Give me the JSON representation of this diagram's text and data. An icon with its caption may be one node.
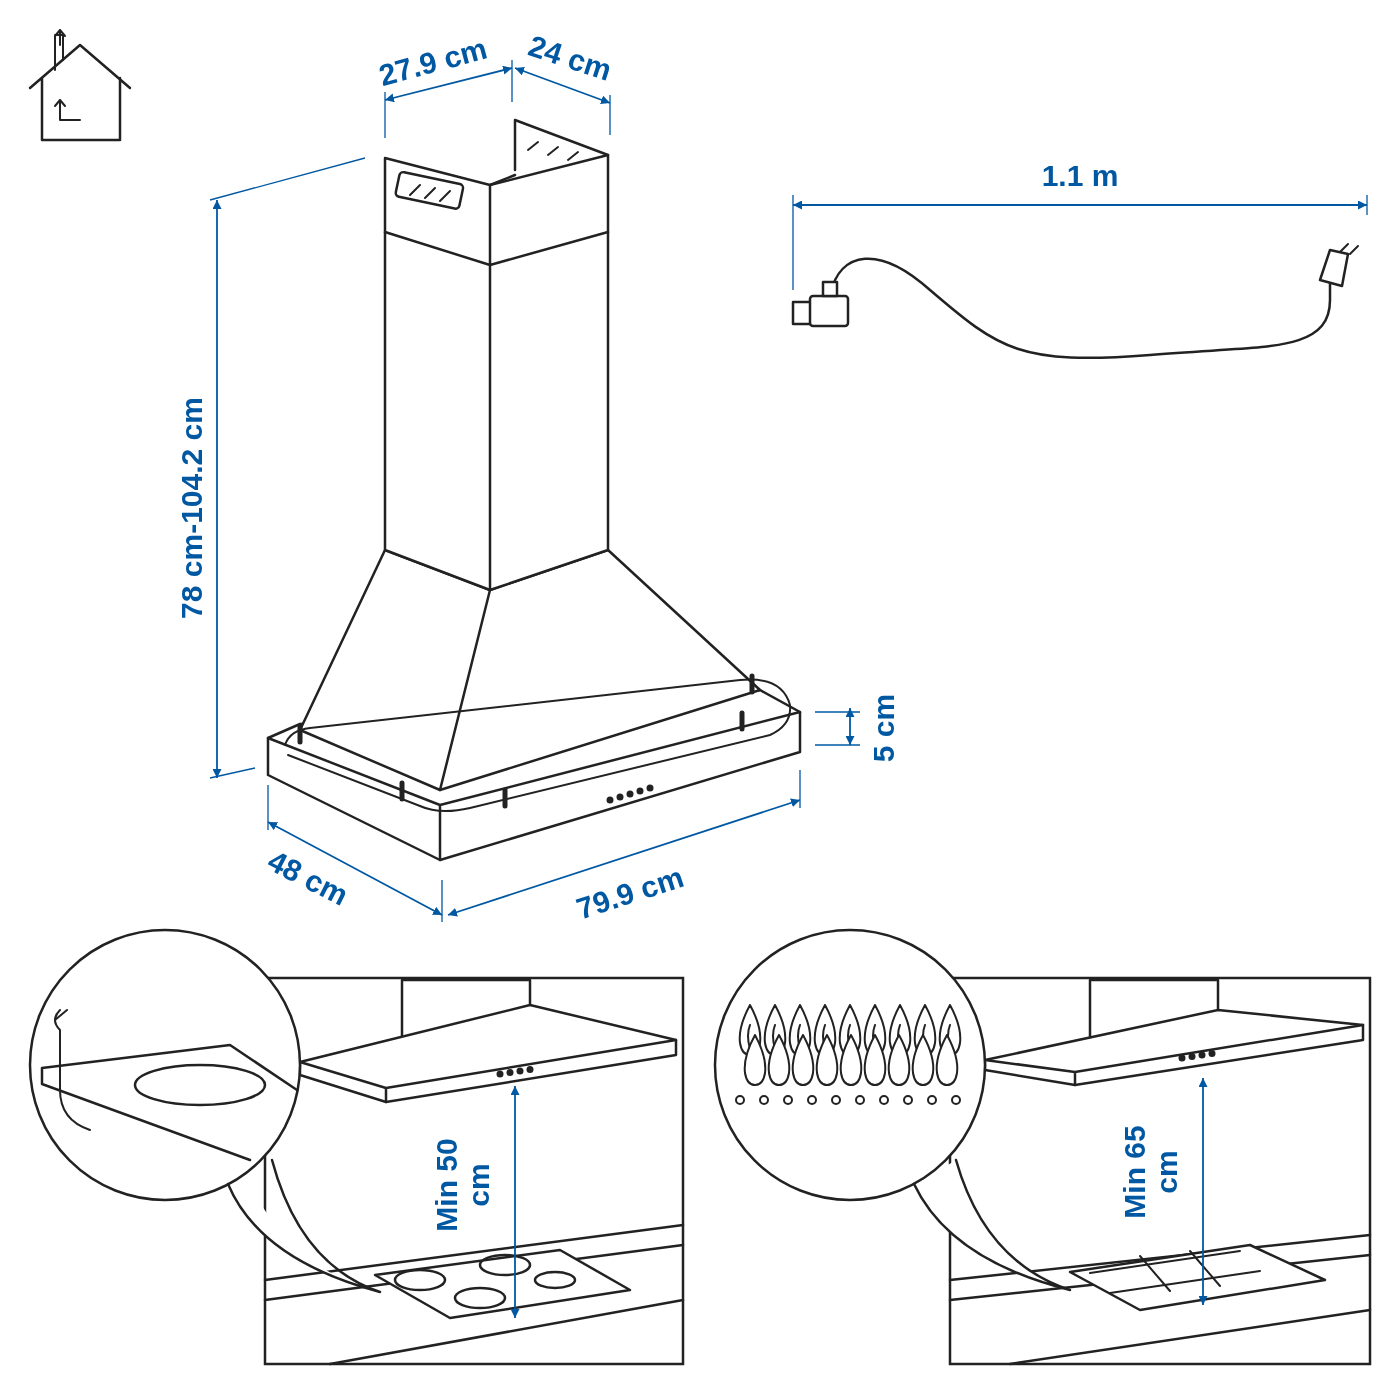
{
  "diagram": {
    "labels": [
      "27.9 cm",
      "24 cm",
      "1.1 m",
      "78 cm-104.2 cm",
      "5 cm",
      "48 cm",
      "79.9 cm",
      "Min 50 cm",
      "Min 65 cm"
    ]
  }
}
